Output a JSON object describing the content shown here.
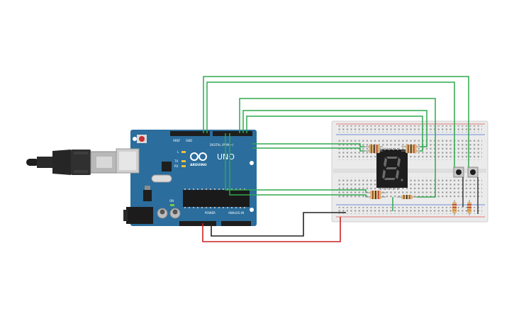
{
  "arduino": {
    "model_label": "UNO",
    "brand_label": "ARDUINO",
    "digital_label": "DIGITAL (PWM~)",
    "power_label": "POWER",
    "analog_label": "ANALOG IN",
    "aref_label": "AREF",
    "gnd_label": "GND",
    "led_l_label": "L",
    "led_tx_label": "TX",
    "led_rx_label": "RX",
    "on_label": "ON",
    "board_color": "#2b6d9c"
  },
  "display": {
    "digit": "8"
  },
  "colors": {
    "wire_signal": "#2fa84f",
    "wire_power": "#cc2222",
    "wire_ground": "#222222",
    "breadboard": "#ebebeb",
    "rail_red": "#e05050",
    "rail_blue": "#4a6fd0"
  },
  "icons": {
    "usb_plug": "usb-cable-icon",
    "logo": "arduino-infinity-logo-icon"
  }
}
